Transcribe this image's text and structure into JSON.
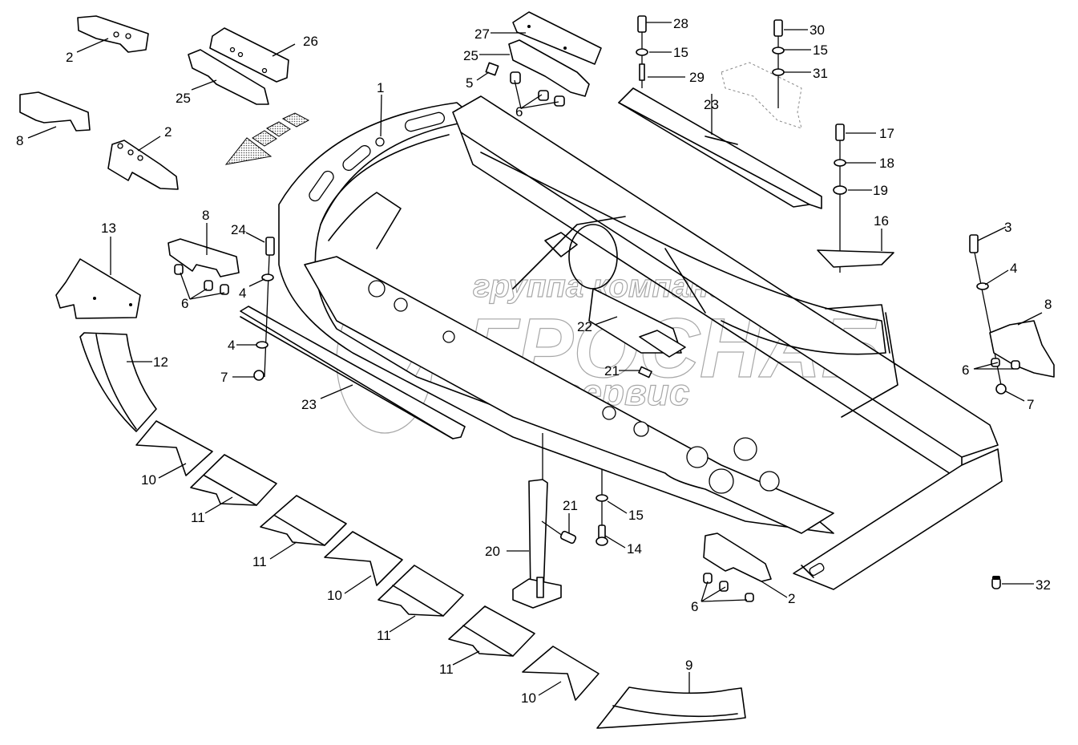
{
  "diagram": {
    "title": "Frame assembly exploded view",
    "watermark": {
      "line1": "группа компаний",
      "line2": "АГРОСНАБ",
      "line3": "техсервис"
    },
    "callouts": [
      {
        "id": "c1",
        "label": "1"
      },
      {
        "id": "c2a",
        "label": "2"
      },
      {
        "id": "c2b",
        "label": "2"
      },
      {
        "id": "c2c",
        "label": "2"
      },
      {
        "id": "c3",
        "label": "3"
      },
      {
        "id": "c4a",
        "label": "4"
      },
      {
        "id": "c4b",
        "label": "4"
      },
      {
        "id": "c4c",
        "label": "4"
      },
      {
        "id": "c5",
        "label": "5"
      },
      {
        "id": "c6a",
        "label": "6"
      },
      {
        "id": "c6b",
        "label": "6"
      },
      {
        "id": "c6c",
        "label": "6"
      },
      {
        "id": "c6d",
        "label": "6"
      },
      {
        "id": "c7a",
        "label": "7"
      },
      {
        "id": "c7b",
        "label": "7"
      },
      {
        "id": "c8a",
        "label": "8"
      },
      {
        "id": "c8b",
        "label": "8"
      },
      {
        "id": "c8c",
        "label": "8"
      },
      {
        "id": "c9",
        "label": "9"
      },
      {
        "id": "c10a",
        "label": "10"
      },
      {
        "id": "c10b",
        "label": "10"
      },
      {
        "id": "c10c",
        "label": "10"
      },
      {
        "id": "c11a",
        "label": "11"
      },
      {
        "id": "c11b",
        "label": "11"
      },
      {
        "id": "c11c",
        "label": "11"
      },
      {
        "id": "c11d",
        "label": "11"
      },
      {
        "id": "c12",
        "label": "12"
      },
      {
        "id": "c13",
        "label": "13"
      },
      {
        "id": "c14",
        "label": "14"
      },
      {
        "id": "c15a",
        "label": "15"
      },
      {
        "id": "c15b",
        "label": "15"
      },
      {
        "id": "c15c",
        "label": "15"
      },
      {
        "id": "c16",
        "label": "16"
      },
      {
        "id": "c17",
        "label": "17"
      },
      {
        "id": "c18",
        "label": "18"
      },
      {
        "id": "c19",
        "label": "19"
      },
      {
        "id": "c20",
        "label": "20"
      },
      {
        "id": "c21a",
        "label": "21"
      },
      {
        "id": "c21b",
        "label": "21"
      },
      {
        "id": "c22",
        "label": "22"
      },
      {
        "id": "c23a",
        "label": "23"
      },
      {
        "id": "c23b",
        "label": "23"
      },
      {
        "id": "c24",
        "label": "24"
      },
      {
        "id": "c25a",
        "label": "25"
      },
      {
        "id": "c25b",
        "label": "25"
      },
      {
        "id": "c26",
        "label": "26"
      },
      {
        "id": "c27",
        "label": "27"
      },
      {
        "id": "c28",
        "label": "28"
      },
      {
        "id": "c29",
        "label": "29"
      },
      {
        "id": "c30",
        "label": "30"
      },
      {
        "id": "c31",
        "label": "31"
      },
      {
        "id": "c32",
        "label": "32"
      }
    ]
  }
}
